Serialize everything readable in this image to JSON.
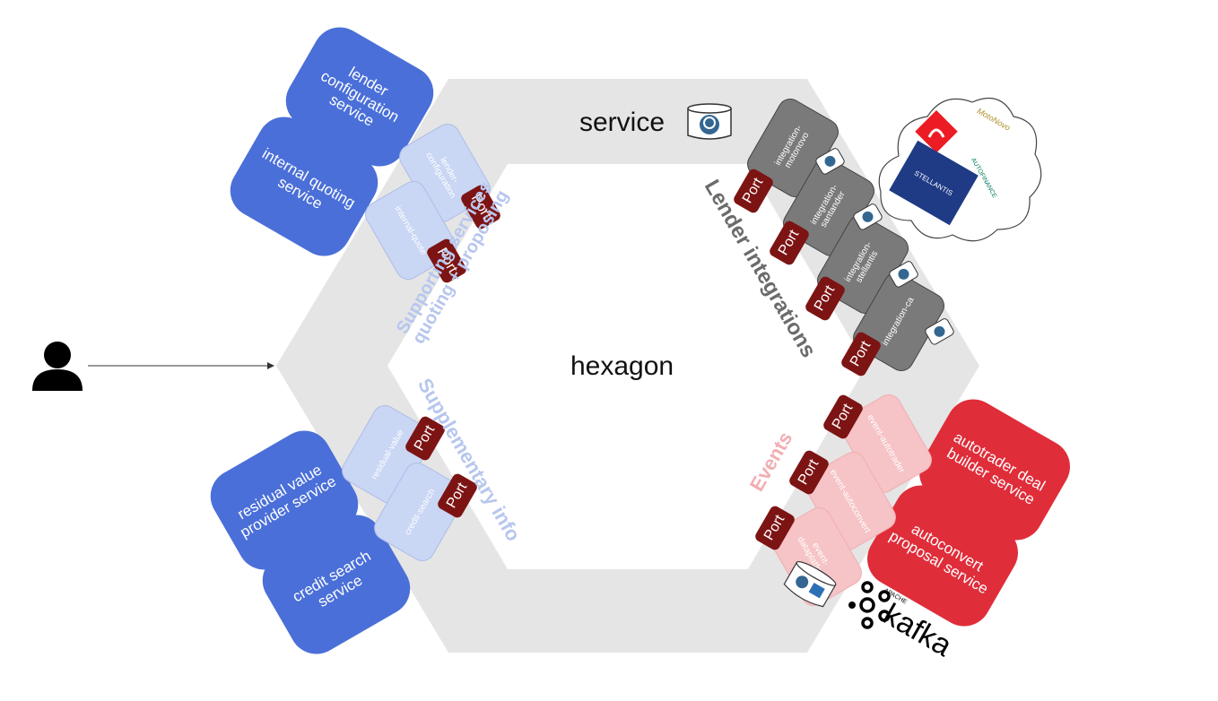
{
  "titles": {
    "service": "service",
    "hexagon": "hexagon"
  },
  "sections": {
    "supporting": [
      "Supporting services",
      "quoting + proposing"
    ],
    "lender": "Lender integrations",
    "supplementary": "Supplementary info",
    "events": "Events"
  },
  "port_label": "Port",
  "external_services": {
    "lender_configuration": "lender configuration service",
    "internal_quoting": "internal quoting service",
    "residual_value": "residual value provider service",
    "credit_search": "credit search service",
    "autotrader_deal_builder": "autotrader deal builder service",
    "autoconvert_proposal": "autoconvert proposal service"
  },
  "adapters": {
    "lender_configuration": "lender-configuration",
    "internal_quote": "internal-quote",
    "residual_value": "residual-value",
    "credit_search": "credit-search",
    "integration_motonovo": "integration-motonovo",
    "integration_santander": "integration-santander",
    "integration_stellantis": "integration-stellantis",
    "integration_ca": "integration-ca",
    "event_autotrader": "event-autotrader",
    "event_autoconvert": "event-autoconvert",
    "event_dataplatform": "event-dataplatform"
  },
  "logos": {
    "kafka_apache": "APACHE",
    "kafka_name": "kafka",
    "motonovo": "MotoNovo",
    "stellantis": "STELLANTIS",
    "ca_autofinance": "AUTOFINANCE"
  },
  "colors": {
    "hexagon_fill": "#e5e5e5",
    "external_blue": "#4a6fd8",
    "external_red": "#df2d3a",
    "port": "#7d1414",
    "supporting_label": "#b7c6ee",
    "lender_label": "#6b6b6b",
    "events_label": "#f2aeb3"
  }
}
